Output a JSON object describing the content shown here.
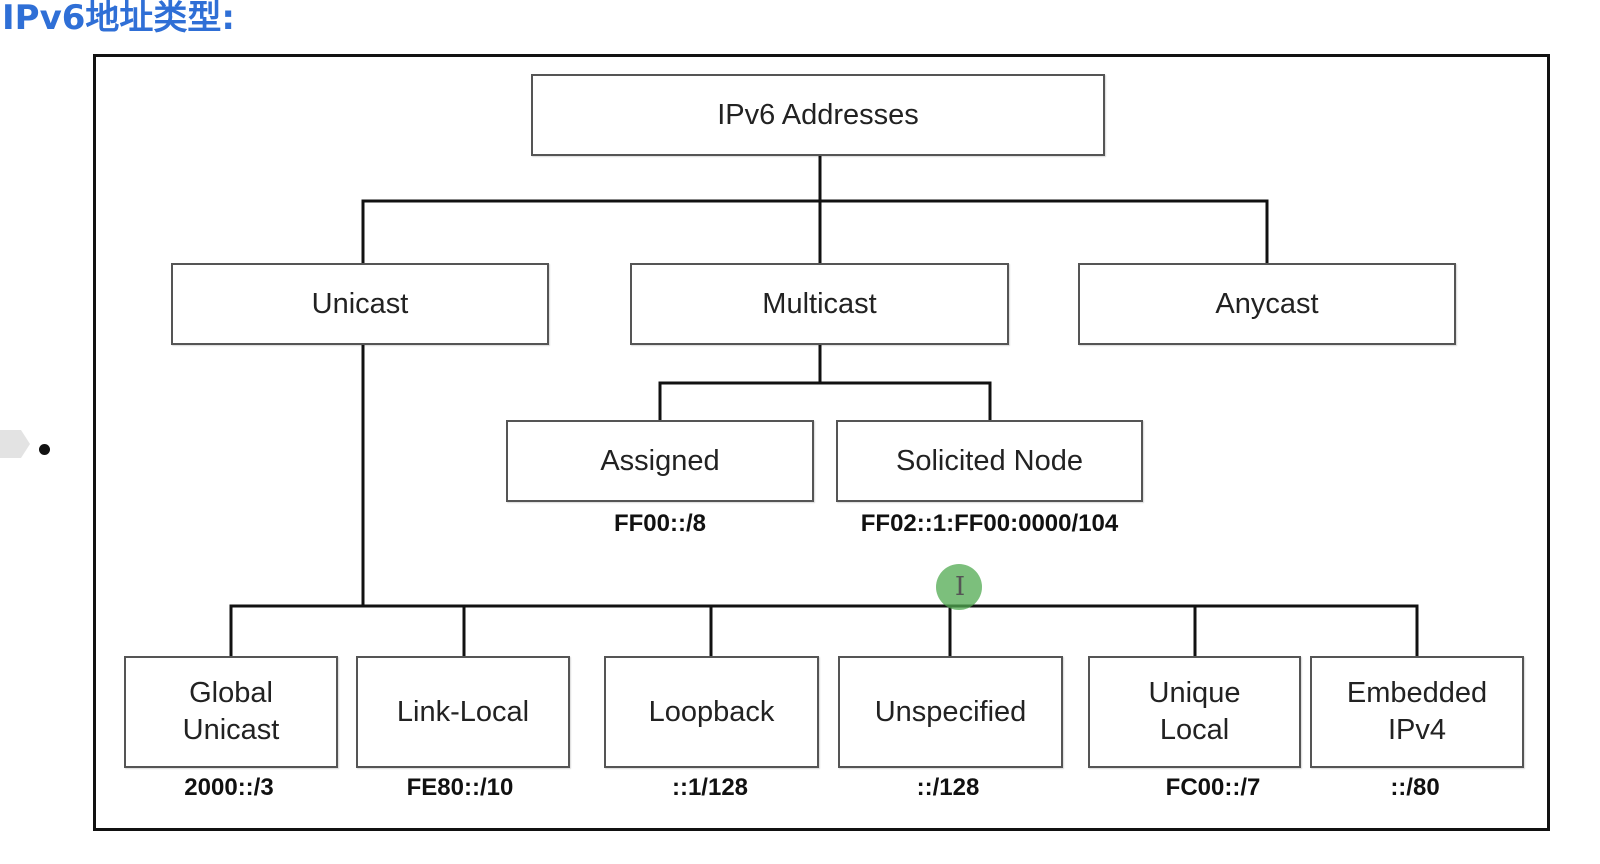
{
  "title": "IPv6地址类型:",
  "root": {
    "label": "IPv6 Addresses"
  },
  "level1": [
    {
      "label": "Unicast"
    },
    {
      "label": "Multicast"
    },
    {
      "label": "Anycast"
    }
  ],
  "multicast": [
    {
      "label": "Assigned",
      "prefix": "FF00::/8"
    },
    {
      "label": "Solicited Node",
      "prefix": "FF02::1:FF00:0000/104"
    }
  ],
  "unicast": [
    {
      "label": "Global\nUnicast",
      "prefix": "2000::/3"
    },
    {
      "label": "Link-Local",
      "prefix": "FE80::/10"
    },
    {
      "label": "Loopback",
      "prefix": "::1/128"
    },
    {
      "label": "Unspecified",
      "prefix": "::/128"
    },
    {
      "label": "Unique\nLocal",
      "prefix": "FC00::/7"
    },
    {
      "label": "Embedded\nIPv4",
      "prefix": "::/80"
    }
  ],
  "cursor_icon": "text-cursor-icon",
  "colors": {
    "title": "#2f6fd6",
    "cursor": "#5aaa5a",
    "line": "#111111"
  }
}
